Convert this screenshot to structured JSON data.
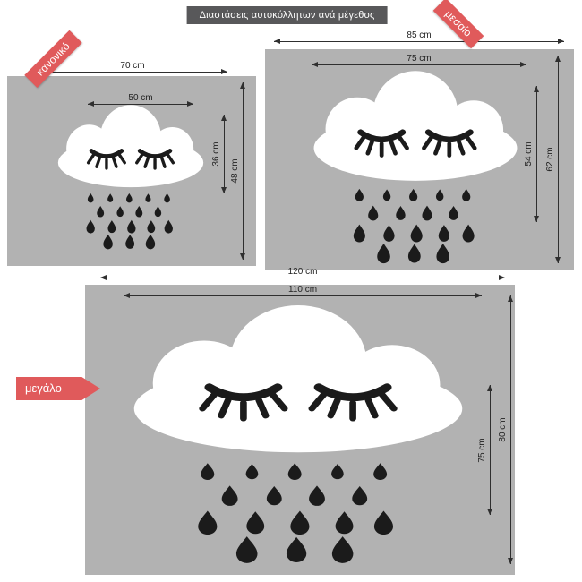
{
  "title": "Διαστάσεις αυτοκόλλητων ανά μέγεθος",
  "graphic": "sleepy-cloud-with-eyelashes-and-raindrops-sticker",
  "colors": {
    "accent": "#e05a5b",
    "panel_gray": "#b2b2b2",
    "banner_gray": "#58585a",
    "ink": "#2f2f2f"
  },
  "sizes": [
    {
      "name": "κανονικό",
      "outer_width": "70 cm",
      "cloud_width": "50 cm",
      "cloud_height": "36 cm",
      "outer_height": "48 cm"
    },
    {
      "name": "μεσαίο",
      "outer_width": "85 cm",
      "cloud_width": "75 cm",
      "cloud_height": "54 cm",
      "outer_height": "62 cm"
    },
    {
      "name": "μεγάλο",
      "outer_width": "120 cm",
      "cloud_width": "110 cm",
      "cloud_height": "75 cm",
      "outer_height": "80 cm"
    }
  ]
}
